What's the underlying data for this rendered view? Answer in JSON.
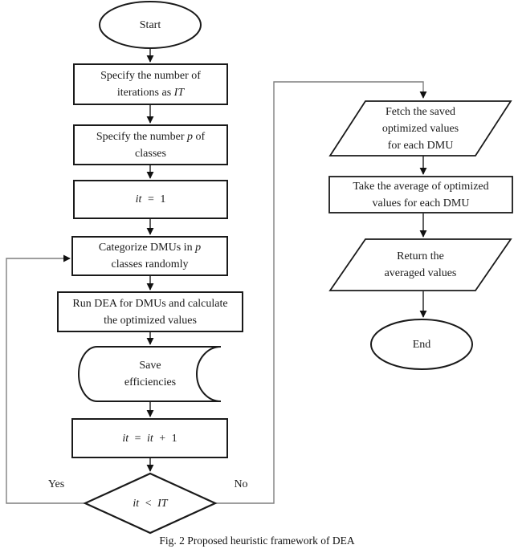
{
  "figure": {
    "caption": "Fig. 2 Proposed heuristic framework of DEA"
  },
  "flowchart": {
    "start": {
      "label": "Start"
    },
    "specify_iterations": {
      "line1": "Specify the number of",
      "line2_pre": "iterations as ",
      "line2_var": "IT"
    },
    "specify_classes": {
      "line1_pre": "Specify the number ",
      "line1_var": "p",
      "line1_post": " of",
      "line2": "classes"
    },
    "init_iterator": {
      "var1": "it",
      "rest": " = 1"
    },
    "categorize": {
      "line1_pre": "Categorize DMUs in ",
      "line1_var": "p",
      "line2": "classes randomly"
    },
    "run_dea": {
      "line1": "Run DEA for DMUs and calculate",
      "line2": "the optimized values"
    },
    "save_efficiencies": {
      "line1": "Save",
      "line2": "efficiencies"
    },
    "increment": {
      "var1": "it",
      "mid": " = ",
      "var2": "it",
      "end": " + 1"
    },
    "decision": {
      "var1": "it",
      "op": " < ",
      "var2": "IT"
    },
    "edge_yes": "Yes",
    "edge_no": "No",
    "fetch": {
      "line1": "Fetch the saved",
      "line2": "optimized values",
      "line3": "for each DMU"
    },
    "average": {
      "line1": "Take the average of optimized",
      "line2": "values for each DMU"
    },
    "return_values": {
      "line1": "Return the",
      "line2": "averaged values"
    },
    "end": {
      "label": "End"
    }
  }
}
